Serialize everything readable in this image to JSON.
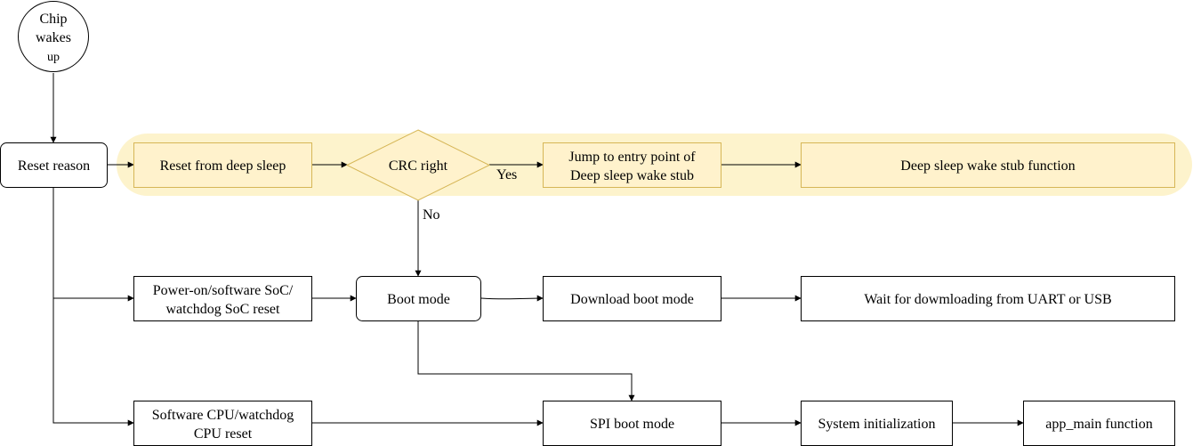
{
  "colors": {
    "highlight_band": "#fdf3cc",
    "highlight_fill": "#fff2cc",
    "highlight_stroke": "#d6b656",
    "stroke": "#000000",
    "background": "#ffffff"
  },
  "nodes": {
    "chip_wakes_up": [
      "Chip",
      "wakes",
      "up"
    ],
    "reset_reason": [
      "Reset reason"
    ],
    "reset_from_deep_sleep": [
      "Reset from deep sleep"
    ],
    "crc_right": [
      "CRC right"
    ],
    "jump_to_entry_point": [
      "Jump to entry point of",
      "Deep sleep wake stub"
    ],
    "deep_sleep_wake_stub_function": [
      "Deep sleep wake stub function"
    ],
    "power_on_reset": [
      "Power-on/software SoC/",
      "watchdog SoC reset"
    ],
    "boot_mode": [
      "Boot mode"
    ],
    "download_boot_mode": [
      "Download boot mode"
    ],
    "wait_for_downloading": [
      "Wait for dowmloading from UART or USB"
    ],
    "software_cpu_reset": [
      "Software CPU/watchdog",
      "CPU reset"
    ],
    "spi_boot_mode": [
      "SPI boot mode"
    ],
    "system_initialization": [
      "System initialization"
    ],
    "app_main_function": [
      "app_main function"
    ]
  },
  "edge_labels": {
    "yes": "Yes",
    "no": "No"
  }
}
